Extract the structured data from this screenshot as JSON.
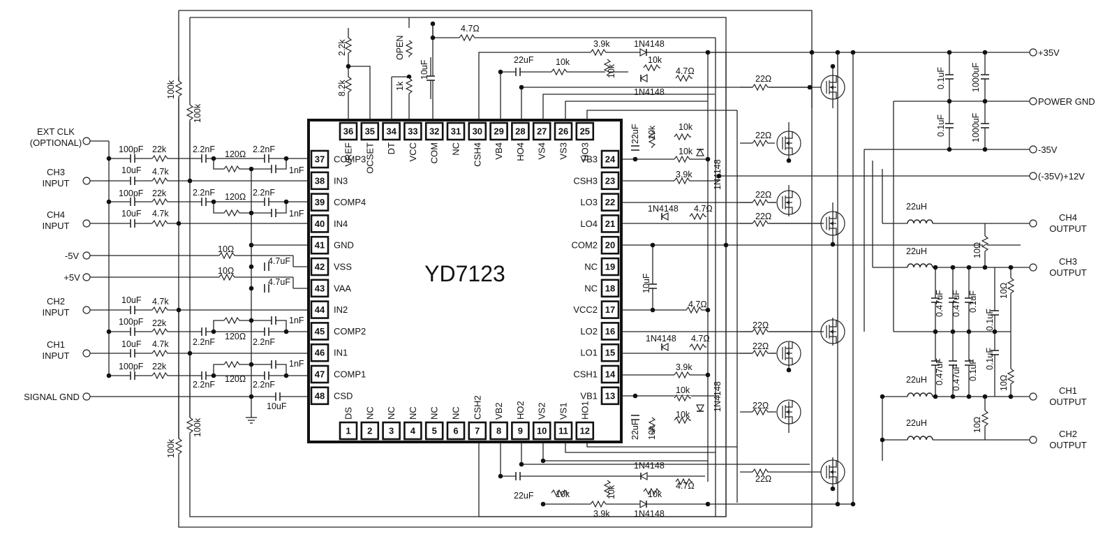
{
  "chip": {
    "name": "YD7123",
    "pins_top": [
      {
        "num": "36",
        "name": "VREF"
      },
      {
        "num": "35",
        "name": "OCSET"
      },
      {
        "num": "34",
        "name": "DT"
      },
      {
        "num": "33",
        "name": "VCC"
      },
      {
        "num": "32",
        "name": "COM"
      },
      {
        "num": "31",
        "name": "NC"
      },
      {
        "num": "30",
        "name": "CSH4"
      },
      {
        "num": "29",
        "name": "VB4"
      },
      {
        "num": "28",
        "name": "HO4"
      },
      {
        "num": "27",
        "name": "VS4"
      },
      {
        "num": "26",
        "name": "VS3"
      },
      {
        "num": "25",
        "name": "HO3"
      }
    ],
    "pins_left": [
      {
        "num": "37",
        "name": "COMP3"
      },
      {
        "num": "38",
        "name": "IN3"
      },
      {
        "num": "39",
        "name": "COMP4"
      },
      {
        "num": "40",
        "name": "IN4"
      },
      {
        "num": "41",
        "name": "GND"
      },
      {
        "num": "42",
        "name": "VSS"
      },
      {
        "num": "43",
        "name": "VAA"
      },
      {
        "num": "44",
        "name": "IN2"
      },
      {
        "num": "45",
        "name": "COMP2"
      },
      {
        "num": "46",
        "name": "IN1"
      },
      {
        "num": "47",
        "name": "COMP1"
      },
      {
        "num": "48",
        "name": "CSD"
      }
    ],
    "pins_right": [
      {
        "num": "24",
        "name": "VB3"
      },
      {
        "num": "23",
        "name": "CSH3"
      },
      {
        "num": "22",
        "name": "LO3"
      },
      {
        "num": "21",
        "name": "LO4"
      },
      {
        "num": "20",
        "name": "COM2"
      },
      {
        "num": "19",
        "name": "NC"
      },
      {
        "num": "18",
        "name": "NC"
      },
      {
        "num": "17",
        "name": "VCC2"
      },
      {
        "num": "16",
        "name": "LO2"
      },
      {
        "num": "15",
        "name": "LO1"
      },
      {
        "num": "14",
        "name": "CSH1"
      },
      {
        "num": "13",
        "name": "VB1"
      }
    ],
    "pins_bottom": [
      {
        "num": "1",
        "name": "DS"
      },
      {
        "num": "2",
        "name": "NC"
      },
      {
        "num": "3",
        "name": "NC"
      },
      {
        "num": "4",
        "name": "NC"
      },
      {
        "num": "5",
        "name": "NC"
      },
      {
        "num": "6",
        "name": "NC"
      },
      {
        "num": "7",
        "name": "CSH2"
      },
      {
        "num": "8",
        "name": "VB2"
      },
      {
        "num": "9",
        "name": "HO2"
      },
      {
        "num": "10",
        "name": "VS2"
      },
      {
        "num": "11",
        "name": "VS1"
      },
      {
        "num": "12",
        "name": "HO1"
      }
    ]
  },
  "left_connectors": {
    "ext_clk_1": "EXT CLK",
    "ext_clk_2": "(OPTIONAL)",
    "ch3_1": "CH3",
    "ch3_2": "INPUT",
    "ch4_1": "CH4",
    "ch4_2": "INPUT",
    "m5v": "-5V",
    "p5v": "+5V",
    "ch2_1": "CH2",
    "ch2_2": "INPUT",
    "ch1_1": "CH1",
    "ch1_2": "INPUT",
    "sgnd": "SIGNAL GND"
  },
  "right_connectors": {
    "p35": "+35V",
    "pgnd": "POWER GND",
    "m35": "-35V",
    "p12": "(-35V)+12V",
    "ch4_1": "CH4",
    "ch4_2": "OUTPUT",
    "ch3_1": "CH3",
    "ch3_2": "OUTPUT",
    "ch1_1": "CH1",
    "ch1_2": "OUTPUT",
    "ch2_1": "CH2",
    "ch2_2": "OUTPUT"
  },
  "components": {
    "r_100k": "100k",
    "c_100pf": "100pF",
    "r_22k": "22k",
    "c_10uf": "10uF",
    "r_4k7": "4.7k",
    "c_2n2": "2.2nF",
    "r_120": "120Ω",
    "c_1nf": "1nF",
    "r_10": "10Ω",
    "c_4u7": "4.7uF",
    "r_2k2": "2.2k",
    "r_8k2": "8.2k",
    "r_open": "OPEN",
    "r_1k": "1k",
    "r_4r7": "4.7Ω",
    "r_3k9": "3.9k",
    "r_10k": "10k",
    "c_22uf": "22uF",
    "d_1n4148": "1N4148",
    "r_22": "22Ω",
    "c_0u1": "0.1uF",
    "c_1000u": "1000uF",
    "l_22uh": "22uH",
    "c_0u47": "0.47uF"
  }
}
